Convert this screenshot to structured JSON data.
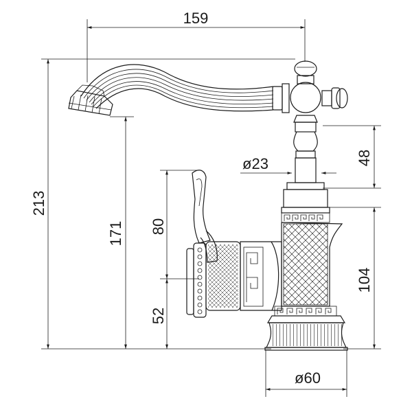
{
  "dimensions": {
    "overall_width": "159",
    "overall_height": "213",
    "spout_height": "171",
    "stem_diameter": "ø23",
    "cap_height": "48",
    "body_height": "104",
    "handle_length": "80",
    "handle_base": "52",
    "base_diameter": "ø60"
  }
}
